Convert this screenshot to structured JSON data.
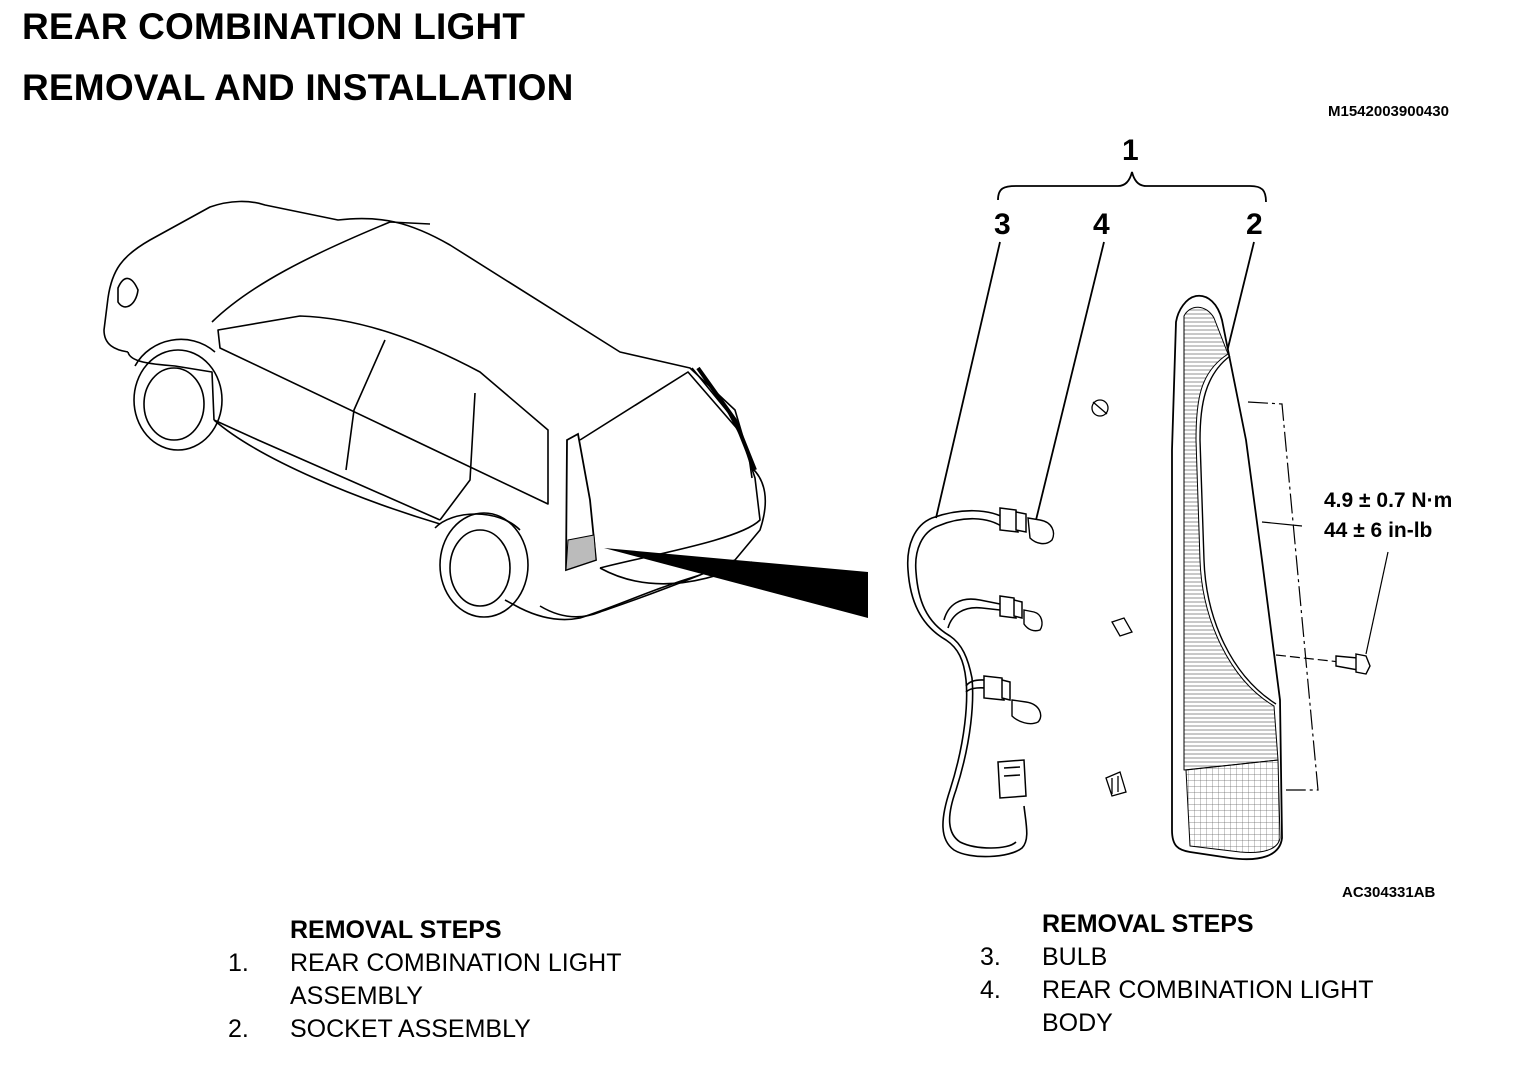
{
  "header": {
    "title": "REAR COMBINATION LIGHT",
    "subtitle": "REMOVAL AND INSTALLATION",
    "doc_code": "M1542003900430"
  },
  "figure": {
    "code": "AC304331AB",
    "callouts": {
      "c1": "1",
      "c2": "2",
      "c3": "3",
      "c4": "4"
    },
    "torque": {
      "metric": "4.9 ± 0.7 N·m",
      "imperial": "44 ± 6 in-lb"
    }
  },
  "steps_left": {
    "header": "REMOVAL STEPS",
    "items": [
      {
        "num": "1.",
        "line1": "REAR COMBINATION LIGHT",
        "line2": "ASSEMBLY"
      },
      {
        "num": "2.",
        "line1": "SOCKET ASSEMBLY"
      }
    ]
  },
  "steps_right": {
    "header": "REMOVAL STEPS",
    "items": [
      {
        "num": "3.",
        "line1": "BULB"
      },
      {
        "num": "4.",
        "line1": "REAR COMBINATION LIGHT",
        "line2": "BODY"
      }
    ]
  }
}
